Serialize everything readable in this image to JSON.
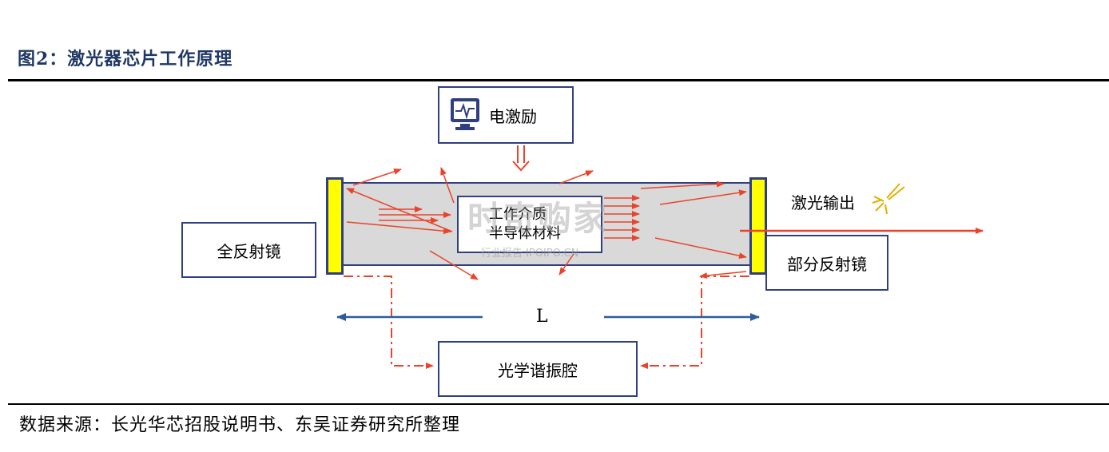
{
  "figure": {
    "title": "图2：激光器芯片工作原理",
    "source": "数据来源：长光华芯招股说明书、东吴证券研究所整理"
  },
  "diagram": {
    "excitation_label": "电激励",
    "medium_line1": "工作介质",
    "medium_line2": "半导体材料",
    "full_mirror_label": "全反射镜",
    "partial_mirror_label": "部分反射镜",
    "laser_output_label": "激光输出",
    "length_label": "L",
    "resonator_label": "光学谐振腔"
  },
  "watermark": {
    "main": "时奇购家",
    "sub": "行业报告 IPOIPO.CN"
  },
  "colors": {
    "box_border": "#2f3f7f",
    "arrow_red": "#e8442a",
    "arrow_blue": "#2e5b9a",
    "mirror_yellow": "#ffff00",
    "cavity_gray": "#d9d9d9",
    "title_color": "#1f3864"
  }
}
